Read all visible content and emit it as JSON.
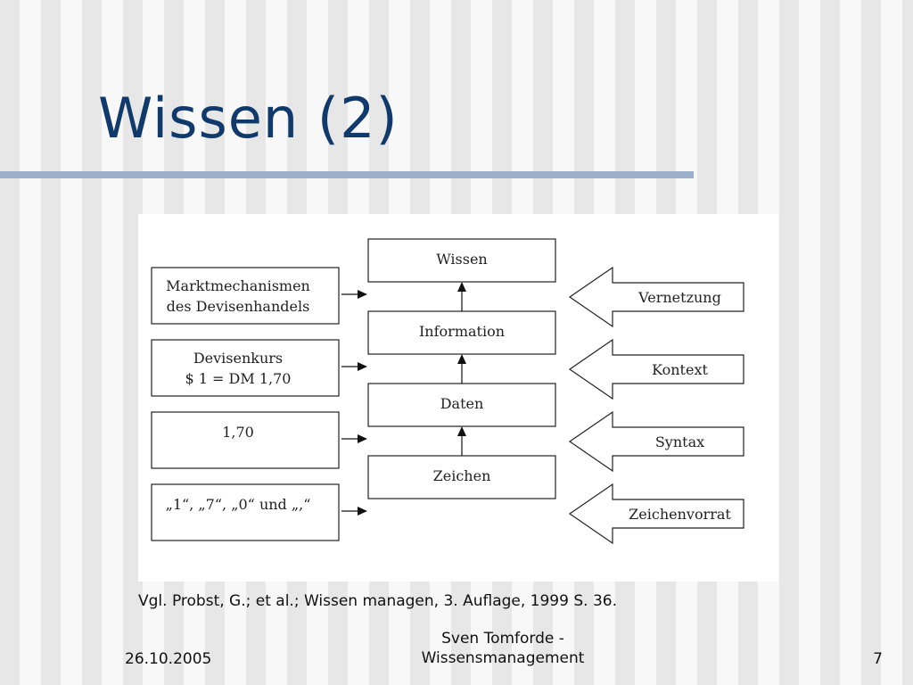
{
  "slide": {
    "title": "Wissen (2)",
    "citation": "Vgl. Probst, G.; et al.; Wissen managen, 3. Auflage, 1999 S. 36."
  },
  "diagram": {
    "hierarchy": [
      "Wissen",
      "Information",
      "Daten",
      "Zeichen"
    ],
    "examples": [
      [
        "Marktmechanismen",
        "des Devisenhandels"
      ],
      [
        "Devisenkurs",
        "$ 1 = DM 1,70"
      ],
      [
        "1,70"
      ],
      [
        "„1“, „7“, „0“ und „,“"
      ]
    ],
    "enrichments": [
      "Vernetzung",
      "Kontext",
      "Syntax",
      "Zeichenvorrat"
    ]
  },
  "footer": {
    "date": "26.10.2005",
    "author_line1": "Sven Tomforde -",
    "author_line2": "Wissensmanagement",
    "page": "7"
  }
}
